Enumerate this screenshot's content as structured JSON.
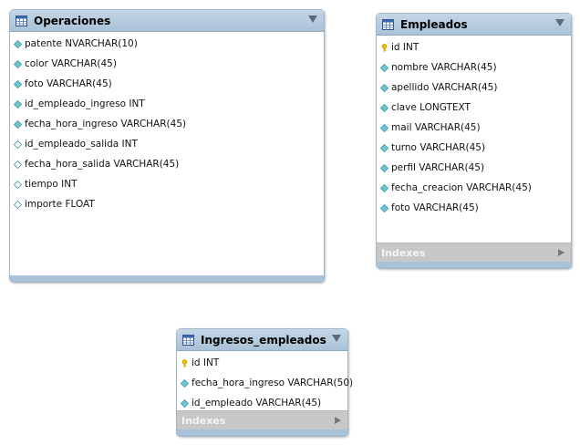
{
  "tables": {
    "operaciones": {
      "title": "Operaciones",
      "columns": [
        "patente NVARCHAR(10)",
        "color VARCHAR(45)",
        "foto VARCHAR(45)",
        "id_empleado_ingreso INT",
        "fecha_hora_ingreso VARCHAR(45)",
        "id_empleado_salida INT",
        "fecha_hora_salida VARCHAR(45)",
        "tiempo INT",
        "importe FLOAT"
      ]
    },
    "empleados": {
      "title": "Empleados",
      "columns": [
        "id INT",
        "nombre VARCHAR(45)",
        "apellido VARCHAR(45)",
        "clave LONGTEXT",
        "mail VARCHAR(45)",
        "turno VARCHAR(45)",
        "perfil VARCHAR(45)",
        "fecha_creacion VARCHAR(45)",
        "foto VARCHAR(45)"
      ],
      "indexes_label": "Indexes"
    },
    "ingresos_empleados": {
      "title": "Ingresos_empleados",
      "columns": [
        "id INT",
        "fecha_hora_ingreso VARCHAR(50)",
        "id_empleado VARCHAR(45)"
      ],
      "indexes_label": "Indexes"
    }
  },
  "colors": {
    "header": "#a9c2d8",
    "key_icon": "#e8b800",
    "column_icon": "#6ec6cf",
    "indexes_bar": "#c8c8c8"
  }
}
